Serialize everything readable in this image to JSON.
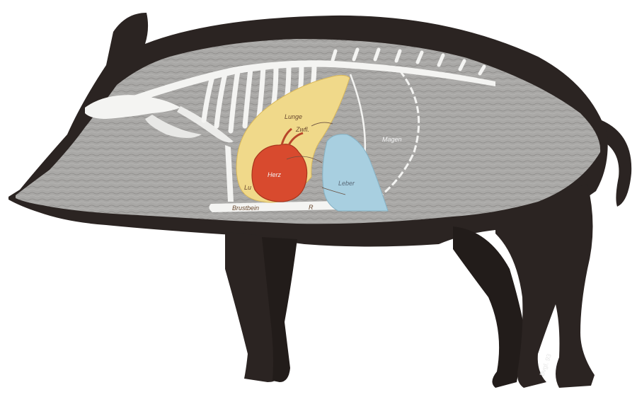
{
  "diagram": {
    "colors": {
      "hide": "#2b2422",
      "body_fill": "#a9a8a6",
      "skeleton": "#f4f4f2",
      "lung": "#f0d98a",
      "heart": "#d84a2e",
      "liver": "#a8cfe0",
      "background": "#ffffff"
    },
    "labels": {
      "lung_upper": "Lunge",
      "lung_lower": "Lu",
      "heart": "Herz",
      "liver": "Leber",
      "diaphragm": "Zwfl.",
      "stomach": "Magen",
      "sternum": "Brustbein",
      "rib": "R",
      "signature": "Bvgl. 93"
    }
  }
}
